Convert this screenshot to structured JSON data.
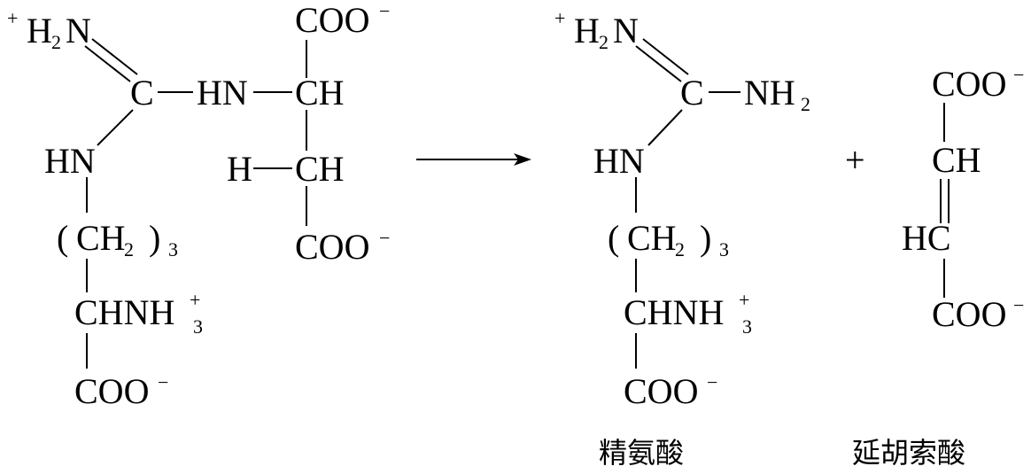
{
  "reactant": {
    "charge_plus": "+",
    "H": "H",
    "two": "2",
    "N": "N",
    "C": "C",
    "HN_link": "HN",
    "CH_top": "CH",
    "COO_top": "COO",
    "minus": "−",
    "H_left": "H",
    "CH_mid": "CH",
    "COO_mid": "COO",
    "HN_low": "HN",
    "open_paren": "(",
    "CH": "CH",
    "close_paren": ")",
    "three": "3",
    "CHNH": "CHNH",
    "COO_bottom": "COO"
  },
  "product_arginine": {
    "charge_plus": "+",
    "H": "H",
    "two": "2",
    "N": "N",
    "C": "C",
    "NH": "NH",
    "HN_low": "HN",
    "open_paren": "(",
    "CH": "CH",
    "close_paren": ")",
    "three": "3",
    "CHNH": "CHNH",
    "COO_bottom": "COO",
    "name": "精氨酸"
  },
  "plus_sign": "+",
  "product_fumarate": {
    "COO_top": "COO",
    "CH": "CH",
    "HC": "HC",
    "COO_bottom": "COO",
    "minus": "−",
    "name": "延胡索酸"
  }
}
